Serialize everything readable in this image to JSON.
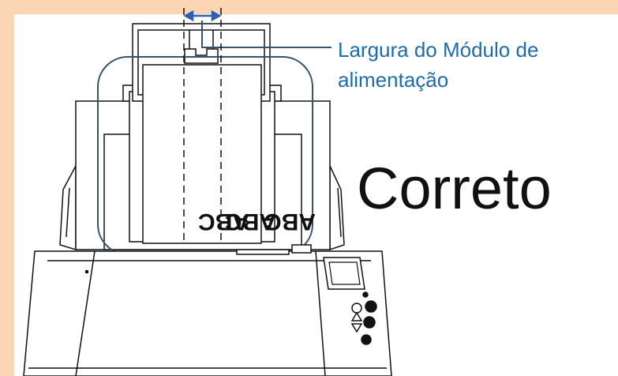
{
  "callout": {
    "line1": "Largura do Módulo de",
    "line2": "alimentação"
  },
  "status": {
    "label": "Correto"
  },
  "sheet_text": {
    "front": "ABC",
    "back": "ABC",
    "right": "ABC"
  },
  "colors": {
    "background": "#fcd5b5",
    "callout": "#1f6cab",
    "outline": "#35546b",
    "arrow": "#2f5fb0"
  },
  "icons": {
    "width_arrow": "double-arrow-icon",
    "buttons": [
      "stop-icon",
      "up-icon",
      "down-icon",
      "scan-icon",
      "power-icon"
    ]
  }
}
